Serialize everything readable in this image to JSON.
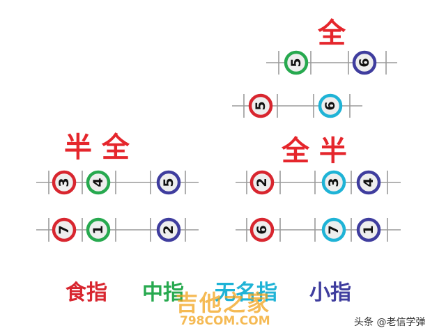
{
  "titles": {
    "top": "全",
    "left": "半 全",
    "right": "全 半"
  },
  "colors": {
    "index": "#d8262f",
    "middle": "#27a94f",
    "ring": "#1fb3d6",
    "pinky": "#3f3d9e",
    "title": "#e5262c",
    "line": "#9a9a9a",
    "ball_fill": "#eeeeee"
  },
  "legend": [
    {
      "label": "食指",
      "finger": "index"
    },
    {
      "label": "中指",
      "finger": "middle"
    },
    {
      "label": "无名指",
      "finger": "ring"
    },
    {
      "label": "小指",
      "finger": "pinky"
    }
  ],
  "diagrams": [
    {
      "name": "top",
      "rows": [
        {
          "notes": [
            {
              "num": "5",
              "finger": "middle"
            },
            {
              "num": "6",
              "finger": "pinky"
            }
          ]
        },
        {
          "notes": [
            {
              "num": "5",
              "finger": "index"
            },
            {
              "num": "6",
              "finger": "ring"
            }
          ]
        }
      ]
    },
    {
      "name": "left",
      "rows": [
        {
          "notes": [
            {
              "num": "3",
              "finger": "index"
            },
            {
              "num": "4",
              "finger": "middle"
            },
            {
              "num": "5",
              "finger": "pinky"
            }
          ]
        },
        {
          "notes": [
            {
              "num": "7",
              "finger": "index"
            },
            {
              "num": "1",
              "finger": "middle"
            },
            {
              "num": "2",
              "finger": "pinky"
            }
          ]
        }
      ]
    },
    {
      "name": "right",
      "rows": [
        {
          "notes": [
            {
              "num": "2",
              "finger": "index"
            },
            {
              "num": "3",
              "finger": "ring"
            },
            {
              "num": "4",
              "finger": "pinky"
            }
          ]
        },
        {
          "notes": [
            {
              "num": "6",
              "finger": "index"
            },
            {
              "num": "7",
              "finger": "ring"
            },
            {
              "num": "1",
              "finger": "pinky"
            }
          ]
        }
      ]
    }
  ],
  "watermark": {
    "text": "吉他之家",
    "url": "798COM.COM"
  },
  "credit": "头条 @老信学弹"
}
